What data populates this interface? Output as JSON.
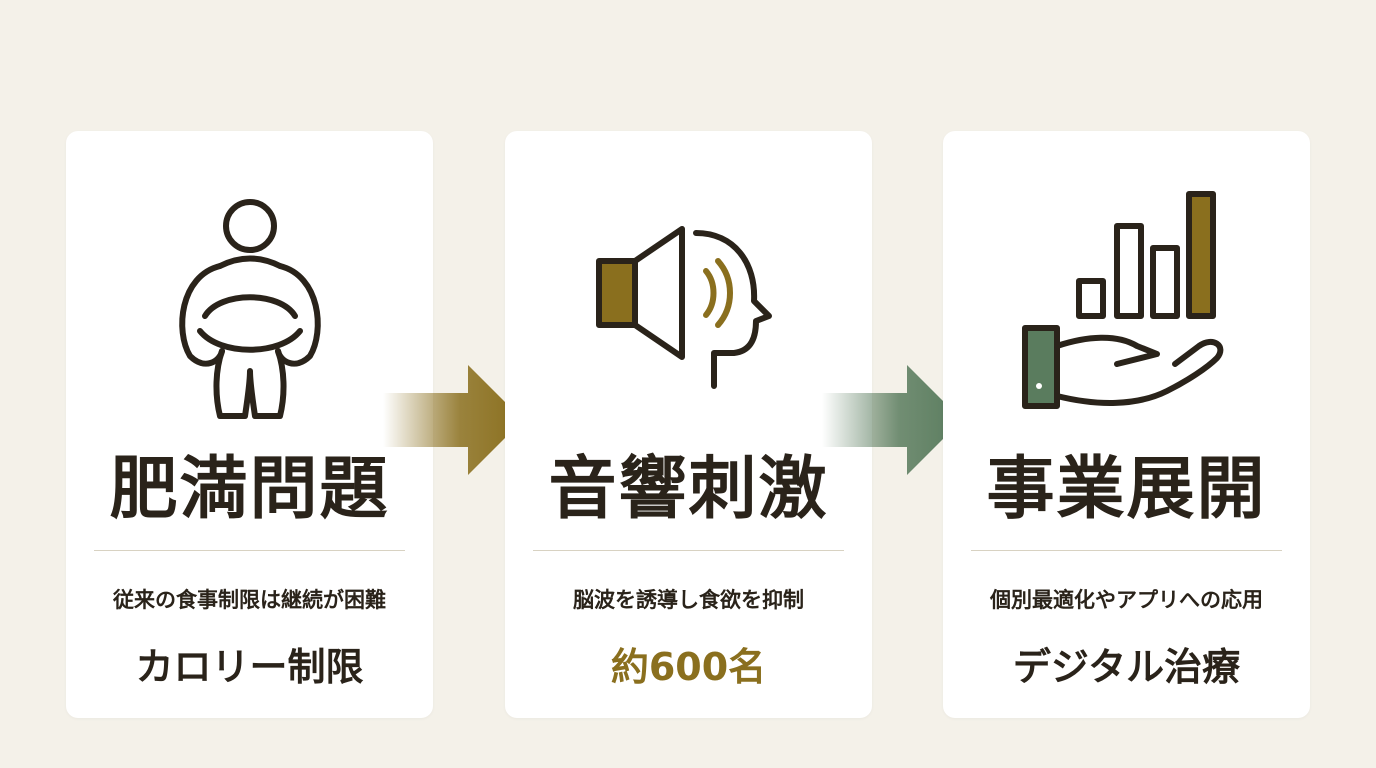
{
  "colors": {
    "background": "#f4f1e9",
    "card": "#ffffff",
    "ink": "#2a231a",
    "gold": "#8a6f1e",
    "green": "#5a7c5e"
  },
  "cards": [
    {
      "title": "肥満問題",
      "subtitle": "従来の食事制限は継続が困難",
      "keyword": "カロリー制限",
      "icon": "obese-person-icon"
    },
    {
      "title": "音響刺激",
      "subtitle": "脳波を誘導し食欲を抑制",
      "keyword": "約600名",
      "icon": "speaker-sound-head-icon"
    },
    {
      "title": "事業展開",
      "subtitle": "個別最適化やアプリへの応用",
      "keyword": "デジタル治療",
      "icon": "hand-bar-chart-icon"
    }
  ],
  "arrows": [
    {
      "icon": "gold-arrow-icon",
      "color": "#8a6f1e"
    },
    {
      "icon": "green-arrow-icon",
      "color": "#5a7c5e"
    }
  ]
}
